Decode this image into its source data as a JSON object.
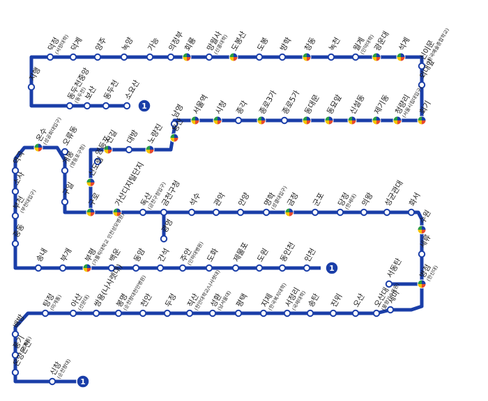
{
  "line": {
    "number_label": "1",
    "color": "#1a3ea8",
    "endpoint_color": "#1a3ea8",
    "transfer_colors": [
      "#e64a2e",
      "#f5c400",
      "#2a9d46",
      "#1a3ea8"
    ]
  },
  "stations": [
    {
      "id": "soyosan",
      "name": "소요산",
      "transfer": false
    },
    {
      "id": "dongducheon",
      "name": "동두천",
      "transfer": false
    },
    {
      "id": "bosan",
      "name": "보산",
      "transfer": false
    },
    {
      "id": "dongducheonjungang",
      "name": "동두천중앙",
      "sub": "(동두천)",
      "transfer": false
    },
    {
      "id": "jihaeng",
      "name": "지행",
      "transfer": false
    },
    {
      "id": "deokjeong",
      "name": "덕정",
      "sub": "(서정대학)",
      "transfer": false
    },
    {
      "id": "deokgye",
      "name": "덕계",
      "transfer": false
    },
    {
      "id": "yangju",
      "name": "양주",
      "transfer": false
    },
    {
      "id": "nogyang",
      "name": "녹양",
      "transfer": false
    },
    {
      "id": "ganeung",
      "name": "가능",
      "transfer": false
    },
    {
      "id": "uijeongbu",
      "name": "의정부",
      "transfer": false
    },
    {
      "id": "hoeryong",
      "name": "회룡",
      "transfer": true
    },
    {
      "id": "mangwolsa",
      "name": "망월사",
      "sub": "(신흥대학)",
      "transfer": false
    },
    {
      "id": "dobongsan",
      "name": "도봉산",
      "transfer": true
    },
    {
      "id": "dobong",
      "name": "도봉",
      "transfer": false
    },
    {
      "id": "banghak",
      "name": "방학",
      "transfer": false
    },
    {
      "id": "chang-dong",
      "name": "창동",
      "transfer": true
    },
    {
      "id": "nokcheon",
      "name": "녹천",
      "transfer": false
    },
    {
      "id": "wolgye",
      "name": "월계",
      "sub": "(인덕대학)",
      "transfer": false
    },
    {
      "id": "kwangwoon",
      "name": "광운대",
      "transfer": true
    },
    {
      "id": "seokgye",
      "name": "석계",
      "transfer": true
    },
    {
      "id": "sinimun",
      "name": "신이문",
      "sub": "(한국예술종합학교)",
      "transfer": false
    },
    {
      "id": "hufs",
      "name": "외대앞",
      "transfer": false
    },
    {
      "id": "hoegi",
      "name": "회기",
      "transfer": true
    },
    {
      "id": "cheongnyangni",
      "name": "청량리",
      "sub": "(서울시립대입구)",
      "transfer": true
    },
    {
      "id": "jegi-dong",
      "name": "제기동",
      "transfer": true
    },
    {
      "id": "sinseol-dong",
      "name": "신설동",
      "transfer": true
    },
    {
      "id": "dongmyo",
      "name": "동묘앞",
      "transfer": true
    },
    {
      "id": "dongdaemun",
      "name": "동대문",
      "transfer": true
    },
    {
      "id": "jongno5ga",
      "name": "종로5가",
      "transfer": false
    },
    {
      "id": "jongno3ga",
      "name": "종로3가",
      "transfer": true
    },
    {
      "id": "jonggak",
      "name": "종각",
      "transfer": false
    },
    {
      "id": "cityhall",
      "name": "시청",
      "transfer": true
    },
    {
      "id": "seoulstation",
      "name": "서울역",
      "transfer": true
    },
    {
      "id": "namyeong",
      "name": "남영",
      "transfer": false
    },
    {
      "id": "yongsan",
      "name": "용산",
      "transfer": true
    },
    {
      "id": "noryangjin",
      "name": "노량진",
      "transfer": true
    },
    {
      "id": "daebang",
      "name": "대방",
      "transfer": false
    },
    {
      "id": "singil",
      "name": "신길",
      "transfer": true
    },
    {
      "id": "yeongdeungpo",
      "name": "영등포",
      "transfer": false
    },
    {
      "id": "sindorim",
      "name": "신도림",
      "transfer": true
    },
    {
      "id": "guro",
      "name": "구로",
      "transfer": true
    },
    {
      "id": "guil",
      "name": "구일",
      "transfer": false
    },
    {
      "id": "gaebong",
      "name": "개봉",
      "sub": "(영등포구청)",
      "transfer": false
    },
    {
      "id": "oryu-dong",
      "name": "오류동",
      "transfer": false
    },
    {
      "id": "onsu",
      "name": "온수",
      "sub": "(성공회대입구)",
      "transfer": true
    },
    {
      "id": "yeokgok",
      "name": "역곡",
      "transfer": false
    },
    {
      "id": "sosa",
      "name": "소사",
      "transfer": false
    },
    {
      "id": "bucheon",
      "name": "부천",
      "sub": "(부천대입구)",
      "transfer": false
    },
    {
      "id": "jung-dong",
      "name": "중동",
      "transfer": false
    },
    {
      "id": "songnae",
      "name": "송내",
      "transfer": false
    },
    {
      "id": "bugae",
      "name": "부개",
      "transfer": false
    },
    {
      "id": "bupyeong",
      "name": "부평",
      "sub": "(가톨릭대학교 인천성모병원)",
      "transfer": true
    },
    {
      "id": "baegun",
      "name": "백운",
      "transfer": false
    },
    {
      "id": "dongam",
      "name": "동암",
      "transfer": false
    },
    {
      "id": "ganseok",
      "name": "간석",
      "transfer": false
    },
    {
      "id": "juan",
      "name": "주안",
      "sub": "(인하대병원)",
      "transfer": false
    },
    {
      "id": "dohwa",
      "name": "도화",
      "transfer": false
    },
    {
      "id": "jemulpo",
      "name": "제물포",
      "transfer": false
    },
    {
      "id": "dowon",
      "name": "도원",
      "transfer": false
    },
    {
      "id": "dongincheon",
      "name": "동인천",
      "transfer": false
    },
    {
      "id": "incheon",
      "name": "인천",
      "transfer": false
    },
    {
      "id": "gasan",
      "name": "가산디지털단지",
      "transfer": true
    },
    {
      "id": "doksan",
      "name": "독산",
      "sub": "(금천구청입구)",
      "transfer": false
    },
    {
      "id": "geumcheon",
      "name": "금천구청",
      "transfer": false
    },
    {
      "id": "gwangmyeong",
      "name": "광명",
      "transfer": false
    },
    {
      "id": "seoksu",
      "name": "석수",
      "transfer": false
    },
    {
      "id": "gwanak",
      "name": "관악",
      "transfer": false
    },
    {
      "id": "anyang",
      "name": "안양",
      "transfer": false
    },
    {
      "id": "myeonghak",
      "name": "명학",
      "sub": "(성결대입구)",
      "transfer": false
    },
    {
      "id": "geumjeong",
      "name": "금정",
      "transfer": true
    },
    {
      "id": "gunpo",
      "name": "군포",
      "transfer": false
    },
    {
      "id": "dangjeong",
      "name": "당정",
      "sub": "(한세대)",
      "transfer": false
    },
    {
      "id": "uiwang",
      "name": "의왕",
      "transfer": false
    },
    {
      "id": "sungkyunkwan",
      "name": "성균관대",
      "transfer": false
    },
    {
      "id": "hwaseo",
      "name": "화서",
      "transfer": false
    },
    {
      "id": "suwon",
      "name": "수원",
      "transfer": true
    },
    {
      "id": "seryu",
      "name": "세류",
      "transfer": false
    },
    {
      "id": "byeongjeom",
      "name": "병점",
      "sub": "(한신대)",
      "transfer": true
    },
    {
      "id": "seodongtan",
      "name": "서동탄",
      "transfer": false
    },
    {
      "id": "sema",
      "name": "세마",
      "transfer": false
    },
    {
      "id": "osandae",
      "name": "오산대",
      "sub": "(물향기수목원)",
      "transfer": false
    },
    {
      "id": "osan",
      "name": "오산",
      "transfer": false
    },
    {
      "id": "jinwi",
      "name": "진위",
      "transfer": false
    },
    {
      "id": "songtan",
      "name": "송탄",
      "transfer": false
    },
    {
      "id": "seojeongni",
      "name": "서정리",
      "sub": "(국제대학)",
      "transfer": false
    },
    {
      "id": "jije",
      "name": "지제",
      "sub": "(한국복지대학)",
      "transfer": false
    },
    {
      "id": "pyeongtaek",
      "name": "평택",
      "transfer": false
    },
    {
      "id": "seonghwan",
      "name": "성환",
      "sub": "(남서울대)",
      "transfer": false
    },
    {
      "id": "jiksan",
      "name": "직산",
      "sub": "(천안대학교/나사렛대)",
      "transfer": false
    },
    {
      "id": "dujeong",
      "name": "두정",
      "transfer": false
    },
    {
      "id": "cheonan",
      "name": "천안",
      "transfer": false
    },
    {
      "id": "bongmyeong",
      "name": "봉명",
      "sub": "(순천향대천안병원)",
      "transfer": false
    },
    {
      "id": "ssangyong",
      "name": "쌍용(나사렛대)",
      "transfer": false
    },
    {
      "id": "asan",
      "name": "아산",
      "sub": "(선문대)",
      "transfer": false
    },
    {
      "id": "tangjeong",
      "name": "탕정",
      "sub": "(미개통)",
      "transfer": false
    },
    {
      "id": "baebang",
      "name": "배방",
      "transfer": false
    },
    {
      "id": "pungi",
      "name": "풍기",
      "sub": "(미개통)",
      "transfer": false
    },
    {
      "id": "onyangoncheon",
      "name": "온양온천",
      "transfer": false
    },
    {
      "id": "sinchang",
      "name": "신창",
      "sub": "(순천향대)",
      "transfer": false
    }
  ]
}
